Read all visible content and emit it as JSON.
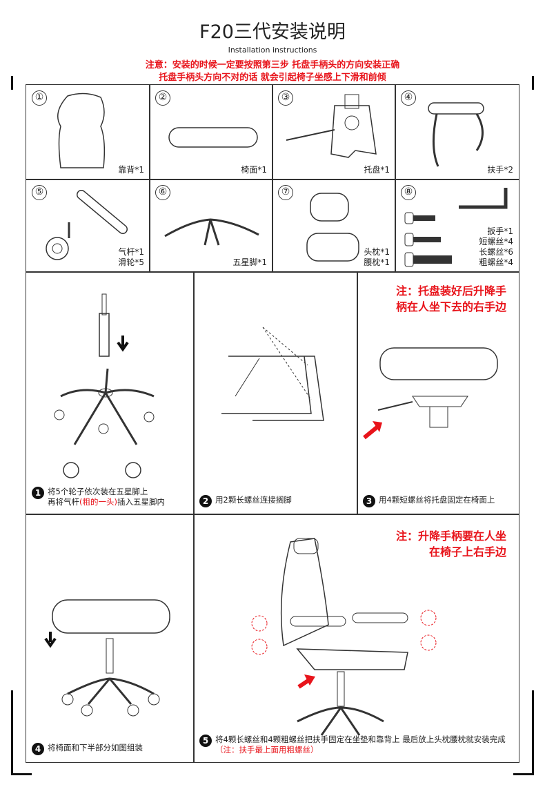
{
  "header": {
    "title": "F20三代安装说明",
    "subtitle": "Installation instructions",
    "warning_line1": "注意：安装的时候一定要按照第三步 托盘手柄头的方向安装正确",
    "warning_line2": "托盘手柄头方向不对的话 就会引起椅子坐感上下滑和前倾"
  },
  "parts": [
    {
      "num": "①",
      "label": "靠背*1"
    },
    {
      "num": "②",
      "label": "椅面*1"
    },
    {
      "num": "③",
      "label": "托盘*1"
    },
    {
      "num": "④",
      "label": "扶手*2"
    },
    {
      "num": "⑤",
      "label": "气杆*1\n滑轮*5"
    },
    {
      "num": "⑥",
      "label": "五星脚*1"
    },
    {
      "num": "⑦",
      "label": "头枕*1\n腰枕*1"
    },
    {
      "num": "⑧",
      "label": "扳手*1\n短螺丝*4\n长螺丝*6\n粗螺丝*4"
    }
  ],
  "steps": [
    {
      "num": "1",
      "text_a": "将5个轮子依次装在五星脚上",
      "text_b": "再将气杆",
      "text_red": "(粗的一头)",
      "text_c": "插入五星脚内"
    },
    {
      "num": "2",
      "text": "用2颗长螺丝连接搁脚"
    },
    {
      "num": "3",
      "text": "用4颗短螺丝将托盘固定在椅面上",
      "note": "注：托盘装好后升降手\n柄在人坐下去的右手边"
    },
    {
      "num": "4",
      "text": "将椅面和下半部分如图组装"
    },
    {
      "num": "5",
      "text": "将4颗长螺丝和4颗粗螺丝把扶手固定在坐垫和靠背上 最后放上头枕腰枕就安装完成",
      "text_red": "（注：扶手最上面用粗螺丝）",
      "note": "注：升降手柄要在人坐\n在椅子上右手边"
    }
  ],
  "colors": {
    "accent": "#e8141b"
  }
}
